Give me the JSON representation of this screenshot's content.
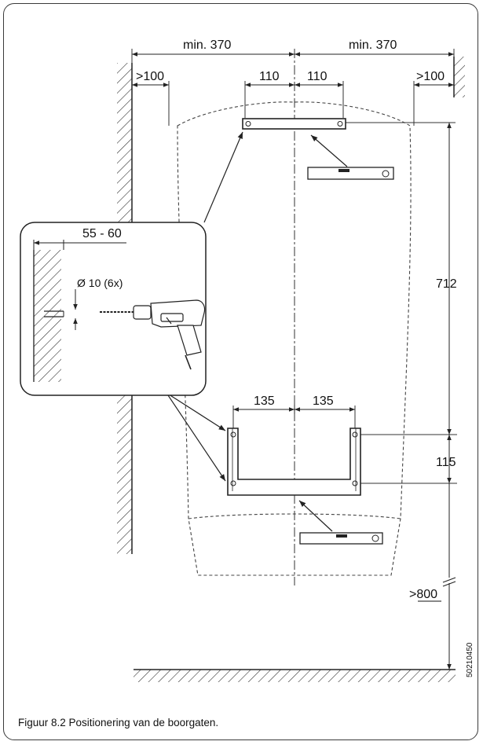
{
  "dims": {
    "min_left": "min. 370",
    "min_right": "min. 370",
    "gap_left": ">100",
    "gap_right": ">100",
    "top_half_left": "110",
    "top_half_right": "110",
    "bottom_half_left": "135",
    "bottom_half_right": "135",
    "vertical_712": "712",
    "vertical_115": "115",
    "floor_gap": ">800"
  },
  "detail": {
    "depth": "55 - 60",
    "drill": "Ø 10 (6x)"
  },
  "drawing_code": "50210450",
  "caption": "Figuur 8.2 Positionering van de boorgaten."
}
